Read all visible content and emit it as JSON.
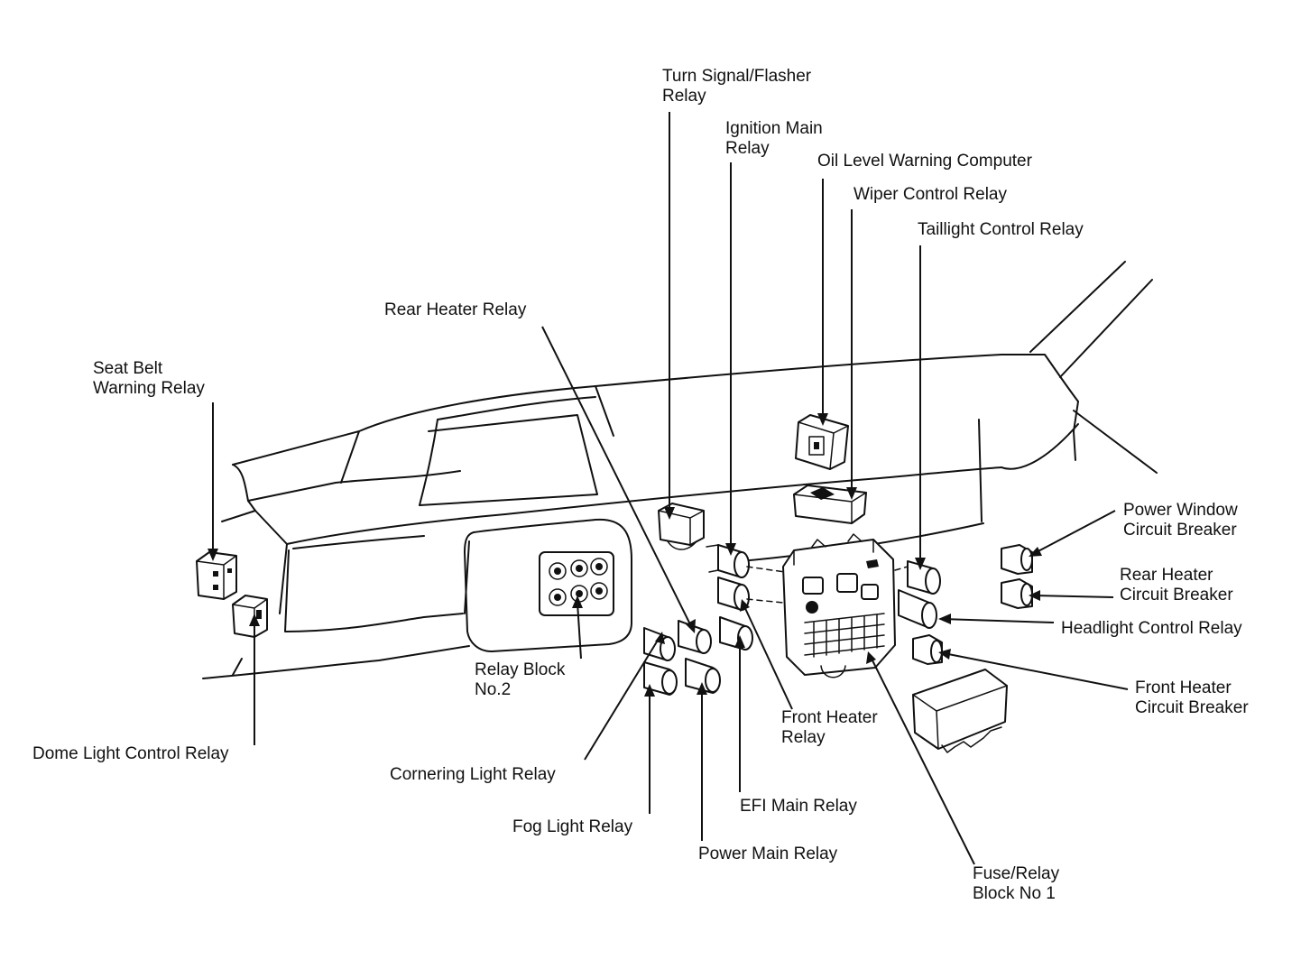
{
  "diagram": {
    "labels": [
      {
        "id": "turn-signal-flasher-relay",
        "lines": [
          "Turn Signal/Flasher",
          "Relay"
        ]
      },
      {
        "id": "ignition-main-relay",
        "lines": [
          "Ignition Main",
          "Relay"
        ]
      },
      {
        "id": "oil-level-warning-computer",
        "lines": [
          "Oil Level Warning Computer"
        ]
      },
      {
        "id": "wiper-control-relay",
        "lines": [
          "Wiper Control Relay"
        ]
      },
      {
        "id": "taillight-control-relay",
        "lines": [
          "Taillight Control Relay"
        ]
      },
      {
        "id": "rear-heater-relay",
        "lines": [
          "Rear Heater Relay"
        ]
      },
      {
        "id": "seat-belt-warning-relay",
        "lines": [
          "Seat Belt",
          "Warning Relay"
        ]
      },
      {
        "id": "power-window-circuit-breaker",
        "lines": [
          "Power Window",
          "Circuit Breaker"
        ]
      },
      {
        "id": "rear-heater-circuit-breaker",
        "lines": [
          "Rear Heater",
          "Circuit Breaker"
        ]
      },
      {
        "id": "headlight-control-relay",
        "lines": [
          "Headlight Control Relay"
        ]
      },
      {
        "id": "front-heater-circuit-breaker",
        "lines": [
          "Front Heater",
          "Circuit Breaker"
        ]
      },
      {
        "id": "relay-block-no2",
        "lines": [
          "Relay Block",
          "No.2"
        ]
      },
      {
        "id": "front-heater-relay",
        "lines": [
          "Front Heater",
          "Relay"
        ]
      },
      {
        "id": "dome-light-control-relay",
        "lines": [
          "Dome Light Control Relay"
        ]
      },
      {
        "id": "cornering-light-relay",
        "lines": [
          "Cornering Light Relay"
        ]
      },
      {
        "id": "efi-main-relay",
        "lines": [
          "EFI Main Relay"
        ]
      },
      {
        "id": "fog-light-relay",
        "lines": [
          "Fog Light Relay"
        ]
      },
      {
        "id": "power-main-relay",
        "lines": [
          "Power Main Relay"
        ]
      },
      {
        "id": "fuse-relay-block-no1",
        "lines": [
          "Fuse/Relay",
          "Block No 1"
        ]
      }
    ]
  }
}
